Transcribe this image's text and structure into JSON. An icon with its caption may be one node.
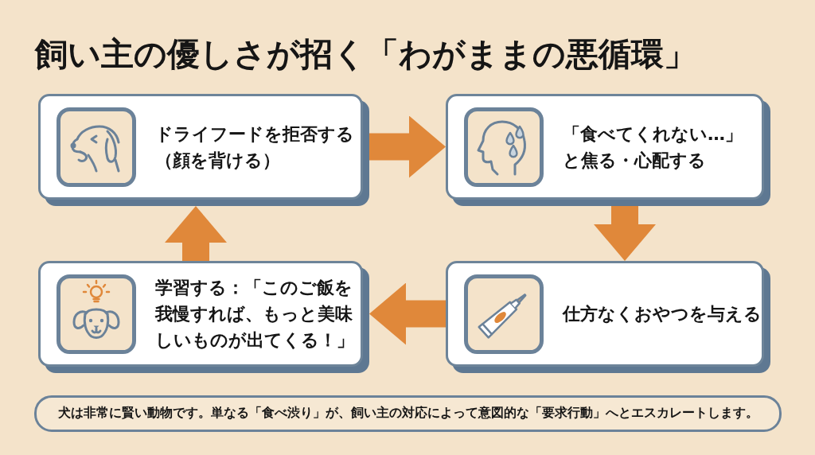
{
  "diagram": {
    "title": "飼い主の優しさが招く「わがままの悪循環」",
    "nodes": [
      {
        "text": [
          "ドライフードを拒否する（顔を背ける）"
        ]
      },
      {
        "text": [
          "「食べてくれない…」と焦る・心配する"
        ]
      },
      {
        "text": [
          "仕方なくおやつを与える"
        ]
      },
      {
        "text": [
          "学習する：「このご飯を我慢すれば、もっと美味しいものが出てくる！」"
        ]
      },
      {
        "text": [
          "犬は非常に賢い動物です。単なる「食べ渋り」が、飼い主の対応によって意図的な「要求行動」へとエスカレートします。"
        ]
      }
    ],
    "edges": [
      {
        "from": 0,
        "to": 1,
        "arrow": "to"
      },
      {
        "from": 1,
        "to": 2,
        "arrow": "to"
      },
      {
        "from": 2,
        "to": 3,
        "arrow": "to"
      },
      {
        "from": 3,
        "to": 0,
        "arrow": "to"
      }
    ]
  }
}
